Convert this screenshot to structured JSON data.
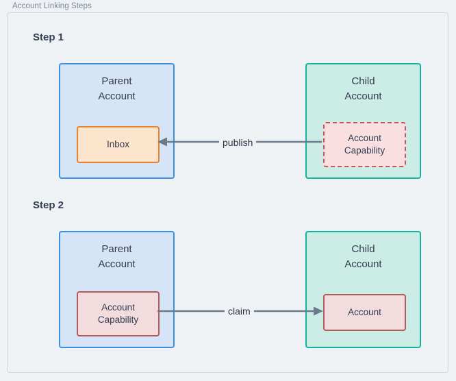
{
  "frame": {
    "title": "Account Linking Steps"
  },
  "colors": {
    "background": "#eef2f5",
    "frame_border": "#ccd7e0",
    "parent_fill": "#d5e4f6",
    "parent_border": "#3c8ede",
    "child_fill": "#ccece6",
    "child_border": "#16b2a0",
    "inbox_fill": "#fce4cd",
    "inbox_border": "#e8822c",
    "capability_fill": "#f9dfe0",
    "capability_border": "#c0585e",
    "account_fill": "#f2dcdd",
    "account_border": "#b4595c",
    "arrow": "#6b7a89",
    "text": "#333b4f",
    "title_text": "#7b8794"
  },
  "steps": [
    {
      "label": "Step 1",
      "parent": {
        "title_line1": "Parent",
        "title_line2": "Account",
        "inner": {
          "text_line1": "Inbox",
          "text_line2": "",
          "border_style": "solid"
        }
      },
      "child": {
        "title_line1": "Child",
        "title_line2": "Account",
        "inner": {
          "text_line1": "Account",
          "text_line2": "Capability",
          "border_style": "dashed"
        }
      },
      "arrow": {
        "label": "publish",
        "direction": "right-to-left"
      }
    },
    {
      "label": "Step 2",
      "parent": {
        "title_line1": "Parent",
        "title_line2": "Account",
        "inner": {
          "text_line1": "Account",
          "text_line2": "Capability",
          "border_style": "solid"
        }
      },
      "child": {
        "title_line1": "Child",
        "title_line2": "Account",
        "inner": {
          "text_line1": "Account",
          "text_line2": "",
          "border_style": "solid"
        }
      },
      "arrow": {
        "label": "claim",
        "direction": "left-to-right"
      }
    }
  ]
}
